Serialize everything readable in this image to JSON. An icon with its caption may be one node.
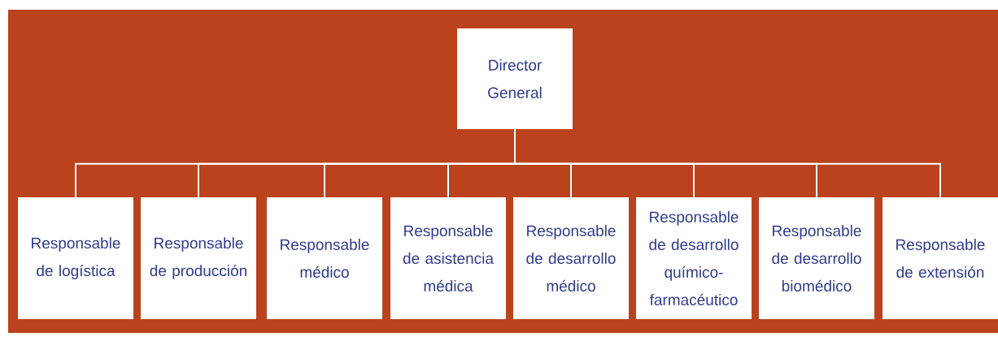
{
  "diagram": {
    "nodes": [
      {
        "text": [
          "Director General"
        ]
      },
      {
        "text": [
          "Responsable de logística"
        ]
      },
      {
        "text": [
          "Responsable de producción"
        ]
      },
      {
        "text": [
          "Responsable médico"
        ]
      },
      {
        "text": [
          "Responsable de asistencia médica"
        ]
      },
      {
        "text": [
          "Responsable de desarrollo médico"
        ]
      },
      {
        "text": [
          "Responsable de desarrollo químico-farmacéutico"
        ]
      },
      {
        "text": [
          "Responsable de desarrollo biomédico"
        ]
      },
      {
        "text": [
          "Responsable de extensión"
        ]
      }
    ],
    "edges": [
      {
        "from": 0,
        "to": 1,
        "arrow": "none"
      },
      {
        "from": 0,
        "to": 2,
        "arrow": "none"
      },
      {
        "from": 0,
        "to": 3,
        "arrow": "none"
      },
      {
        "from": 0,
        "to": 4,
        "arrow": "none"
      },
      {
        "from": 0,
        "to": 5,
        "arrow": "none"
      },
      {
        "from": 0,
        "to": 6,
        "arrow": "none"
      },
      {
        "from": 0,
        "to": 7,
        "arrow": "none"
      },
      {
        "from": 0,
        "to": 8,
        "arrow": "none"
      }
    ]
  }
}
